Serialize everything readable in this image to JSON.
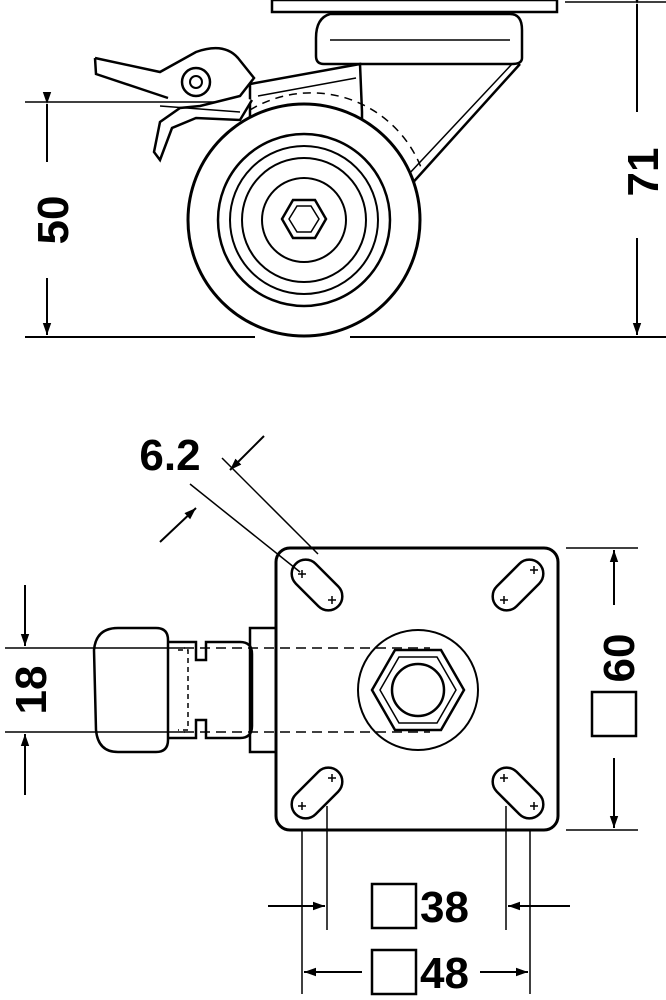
{
  "dimensions": {
    "wheel_height": "50",
    "total_height": "71",
    "slot_width": "6.2",
    "brake_width": "18",
    "plate_size": "60",
    "hole_spacing": "38",
    "plate_width": "48"
  },
  "colors": {
    "line": "#000000",
    "background": "#ffffff",
    "tint": "#d7d7d7"
  }
}
